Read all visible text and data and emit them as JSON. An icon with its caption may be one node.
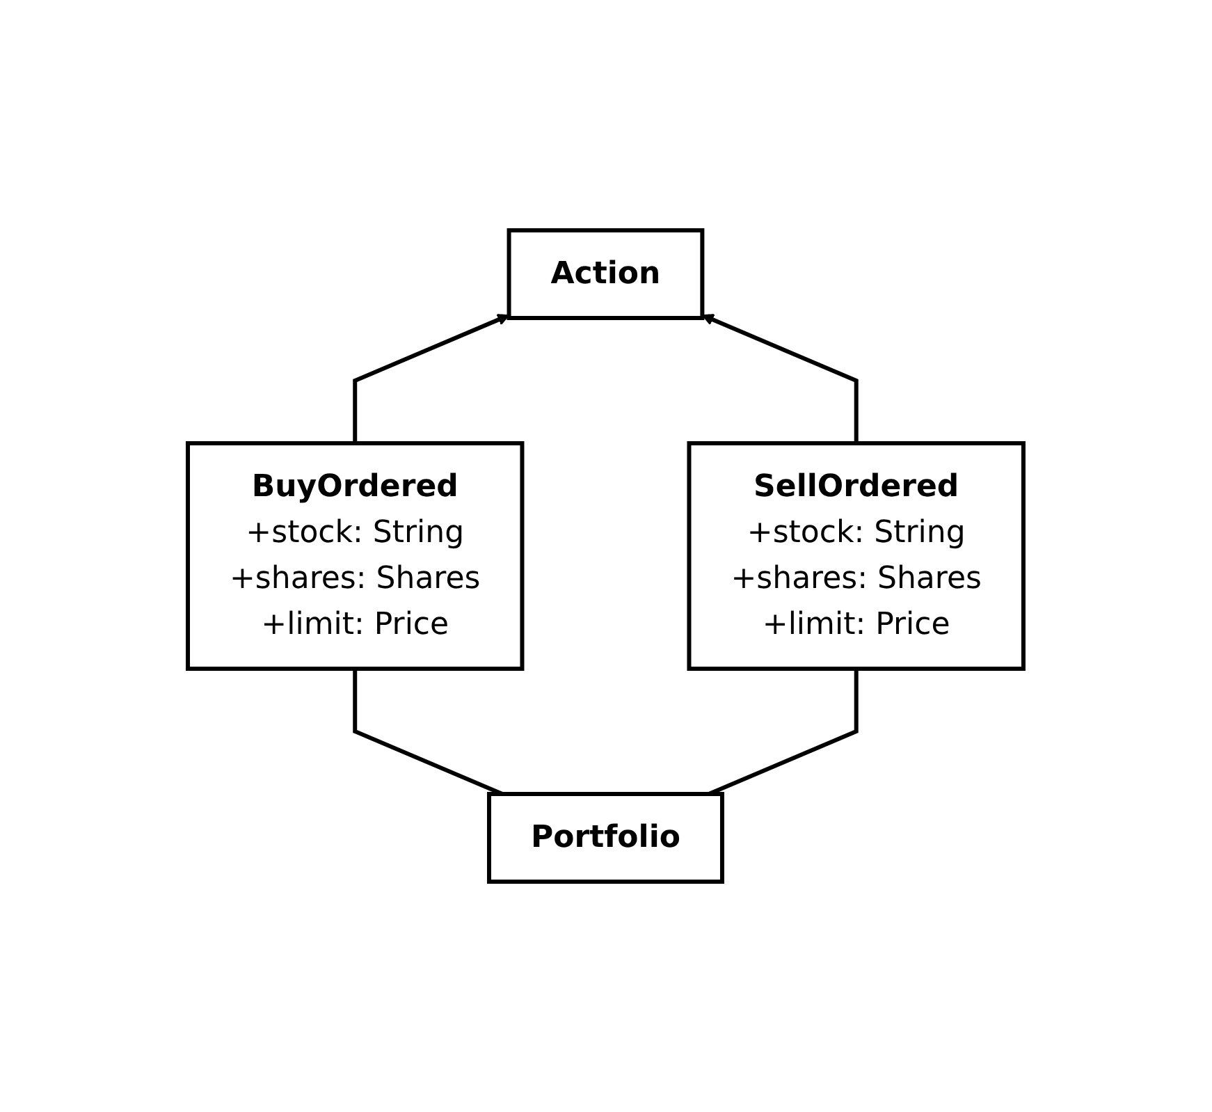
{
  "diagram": {
    "nodes": [
      {
        "text": [
          "Action"
        ]
      },
      {
        "text": [
          "BuyOrdered",
          "+stock: String",
          "+shares: Shares",
          "+limit: Price"
        ]
      },
      {
        "text": [
          "SellOrdered",
          "+stock: String",
          "+shares: Shares",
          "+limit: Price"
        ]
      },
      {
        "text": [
          "Portfolio"
        ]
      }
    ],
    "edges": [
      {
        "from": 1,
        "to": 0,
        "arrow": "to"
      },
      {
        "from": 2,
        "to": 0,
        "arrow": "to"
      },
      {
        "from": 1,
        "to": 3,
        "arrow": "none"
      },
      {
        "from": 2,
        "to": 3,
        "arrow": "none"
      }
    ]
  }
}
